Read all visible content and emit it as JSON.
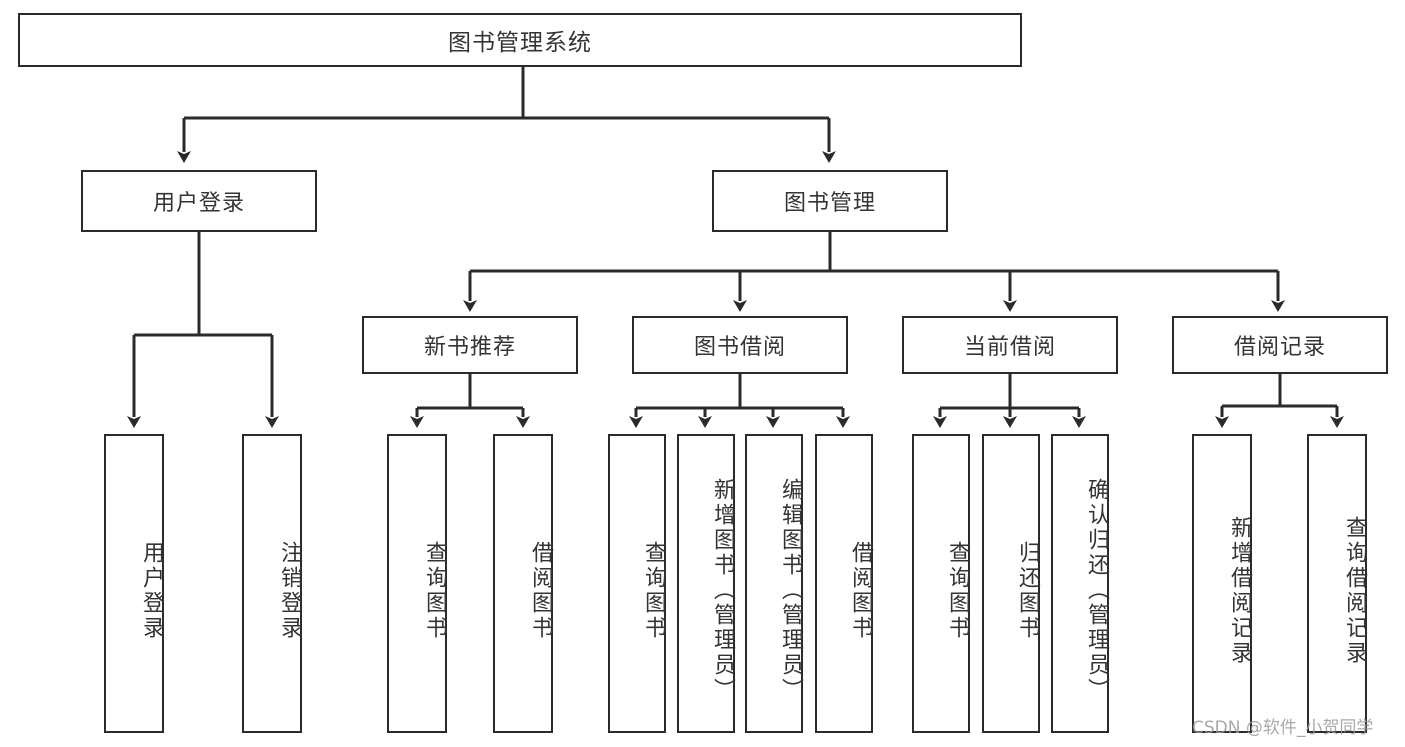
{
  "diagram": {
    "type": "tree",
    "title": "图书管理系统",
    "watermark": "CSDN @软件_小贺同学",
    "colors": {
      "stroke": "#2b2b2b",
      "fill": "#ffffff",
      "text": "#343434",
      "watermark": "#9a9a9a"
    },
    "nodes": {
      "root": {
        "label": "图书管理系统",
        "level": 0,
        "orientation": "horizontal"
      },
      "n_user_login": {
        "label": "用户登录",
        "level": 1,
        "orientation": "horizontal"
      },
      "n_book_mgmt": {
        "label": "图书管理",
        "level": 1,
        "orientation": "horizontal"
      },
      "n_new_book_rec": {
        "label": "新书推荐",
        "level": 2,
        "orientation": "horizontal"
      },
      "n_book_borrow": {
        "label": "图书借阅",
        "level": 2,
        "orientation": "horizontal"
      },
      "n_current_borrow": {
        "label": "当前借阅",
        "level": 2,
        "orientation": "horizontal"
      },
      "n_borrow_record": {
        "label": "借阅记录",
        "level": 2,
        "orientation": "horizontal"
      },
      "l_user_login": {
        "label": "用户登录",
        "level": 3,
        "orientation": "vertical"
      },
      "l_logout_login": {
        "label": "注销登录",
        "level": 3,
        "orientation": "vertical"
      },
      "l_query_book_a": {
        "label": "查询图书",
        "level": 3,
        "orientation": "vertical"
      },
      "l_borrow_book_a": {
        "label": "借阅图书",
        "level": 3,
        "orientation": "vertical"
      },
      "l_query_book_b": {
        "label": "查询图书",
        "level": 3,
        "orientation": "vertical"
      },
      "l_add_book": {
        "label": "新增图书（管理员）",
        "level": 3,
        "orientation": "vertical"
      },
      "l_edit_book": {
        "label": "编辑图书（管理员）",
        "level": 3,
        "orientation": "vertical"
      },
      "l_borrow_book_b": {
        "label": "借阅图书",
        "level": 3,
        "orientation": "vertical"
      },
      "l_query_book_c": {
        "label": "查询图书",
        "level": 3,
        "orientation": "vertical"
      },
      "l_return_book": {
        "label": "归还图书",
        "level": 3,
        "orientation": "vertical"
      },
      "l_confirm_return": {
        "label": "确认归还（管理员）",
        "level": 3,
        "orientation": "vertical"
      },
      "l_add_record": {
        "label": "新增借阅记录",
        "level": 3,
        "orientation": "vertical"
      },
      "l_query_record": {
        "label": "查询借阅记录",
        "level": 3,
        "orientation": "vertical"
      }
    },
    "edges": [
      {
        "from": "root",
        "to": "n_user_login"
      },
      {
        "from": "root",
        "to": "n_book_mgmt"
      },
      {
        "from": "n_user_login",
        "to": "l_user_login"
      },
      {
        "from": "n_user_login",
        "to": "l_logout_login"
      },
      {
        "from": "n_book_mgmt",
        "to": "n_new_book_rec"
      },
      {
        "from": "n_book_mgmt",
        "to": "n_book_borrow"
      },
      {
        "from": "n_book_mgmt",
        "to": "n_current_borrow"
      },
      {
        "from": "n_book_mgmt",
        "to": "n_borrow_record"
      },
      {
        "from": "n_new_book_rec",
        "to": "l_query_book_a"
      },
      {
        "from": "n_new_book_rec",
        "to": "l_borrow_book_a"
      },
      {
        "from": "n_book_borrow",
        "to": "l_query_book_b"
      },
      {
        "from": "n_book_borrow",
        "to": "l_add_book"
      },
      {
        "from": "n_book_borrow",
        "to": "l_edit_book"
      },
      {
        "from": "n_book_borrow",
        "to": "l_borrow_book_b"
      },
      {
        "from": "n_current_borrow",
        "to": "l_query_book_c"
      },
      {
        "from": "n_current_borrow",
        "to": "l_return_book"
      },
      {
        "from": "n_current_borrow",
        "to": "l_confirm_return"
      },
      {
        "from": "n_borrow_record",
        "to": "l_add_record"
      },
      {
        "from": "n_borrow_record",
        "to": "l_query_record"
      }
    ]
  }
}
